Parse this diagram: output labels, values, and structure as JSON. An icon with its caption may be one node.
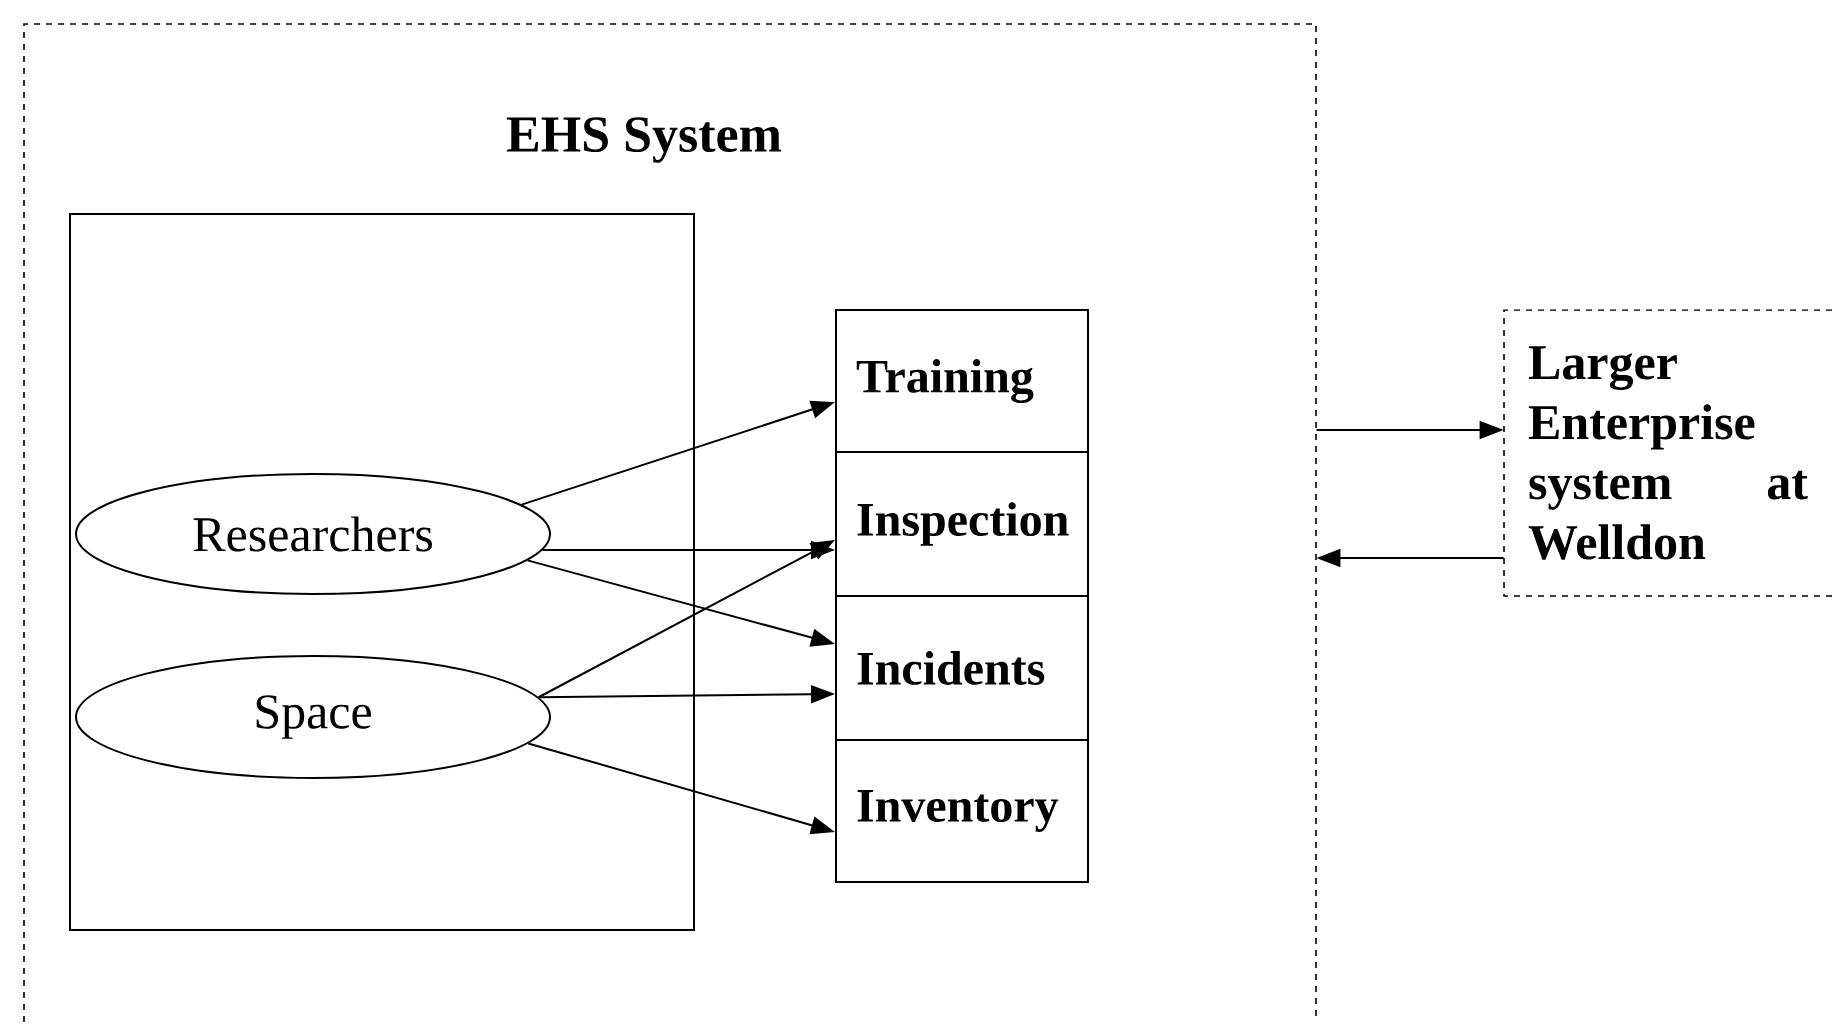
{
  "diagram": {
    "nodes": [
      {
        "text": [
          "EHS System"
        ]
      },
      {
        "text": [],
        "shape": "box",
        "in": 0
      },
      {
        "text": [
          "Researchers"
        ],
        "in": 1
      },
      {
        "text": [
          "Space"
        ],
        "in": 1
      },
      {
        "text": [
          "Training"
        ],
        "in": 0
      },
      {
        "text": [
          "Inspection"
        ],
        "in": 0
      },
      {
        "text": [
          "Incidents"
        ],
        "in": 0
      },
      {
        "text": [
          "Inventory"
        ],
        "in": 0
      },
      {
        "text": [
          "Larger Enterprise system at Welldon"
        ]
      }
    ],
    "edges": [
      {
        "from": 2,
        "to": 4,
        "arrow": "to"
      },
      {
        "from": 2,
        "to": 5,
        "arrow": "to"
      },
      {
        "from": 2,
        "to": 6,
        "arrow": "to"
      },
      {
        "from": 3,
        "to": 5,
        "arrow": "to"
      },
      {
        "from": 3,
        "to": 6,
        "arrow": "to"
      },
      {
        "from": 3,
        "to": 7,
        "arrow": "to"
      },
      {
        "from": 0,
        "to": 8,
        "arrow": "to"
      },
      {
        "from": 8,
        "to": 0,
        "arrow": "to"
      }
    ]
  }
}
